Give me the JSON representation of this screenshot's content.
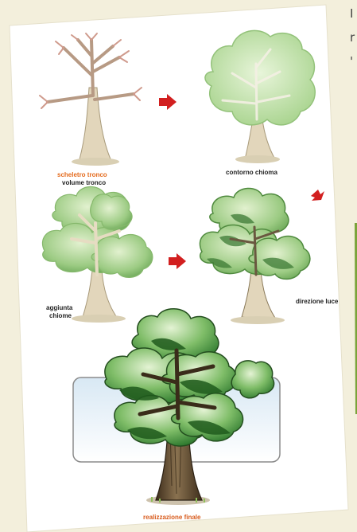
{
  "labels": {
    "step1_line1": "scheletro tronco",
    "step1_line2": "volume tronco",
    "step2": "contorno chioma",
    "step3_line1": "aggiunta",
    "step3_line2": "chiome",
    "step4": "direzione luce",
    "final": "realizzazione finale"
  },
  "edge_text": [
    "I",
    "r",
    "'"
  ],
  "colors": {
    "background": "#f3efdc",
    "card": "#ffffff",
    "arrow": "#d21f1f",
    "foliage_light": "#cfe8b8",
    "foliage_mid": "#8fc27a",
    "foliage_dark": "#2f6b2a",
    "trunk": "#d9cba9",
    "trunk_dark": "#5a4630",
    "label_orange": "#e46a1c"
  }
}
